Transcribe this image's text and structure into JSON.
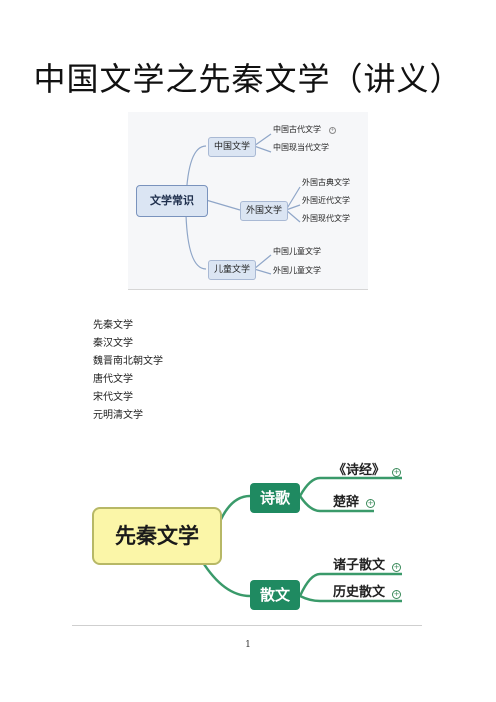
{
  "title": "中国文学之先秦文学（讲义）",
  "mindmap1": {
    "root": "文学常识",
    "branches": [
      {
        "label": "中国文学",
        "children": [
          "中国古代文学",
          "中国现当代文学"
        ]
      },
      {
        "label": "外国文学",
        "children": [
          "外国古典文学",
          "外国近代文学",
          "外国现代文学"
        ]
      },
      {
        "label": "儿童文学",
        "children": [
          "中国儿童文学",
          "外国儿童文学"
        ]
      }
    ],
    "collapse_symbol": "+"
  },
  "toc": [
    "先秦文学",
    "秦汉文学",
    "魏晋南北朝文学",
    "唐代文学",
    "宋代文学",
    "元明清文学"
  ],
  "mindmap2": {
    "root": "先秦文学",
    "branches": [
      {
        "label": "诗歌",
        "children": [
          "《诗经》",
          "楚辞"
        ]
      },
      {
        "label": "散文",
        "children": [
          "诸子散文",
          "历史散文"
        ]
      }
    ],
    "collapse_symbol": "+",
    "colors": {
      "branch": "#1f8a61",
      "root_fill": "#fbf6a8",
      "line": "#3a9a6a"
    }
  },
  "page_number": "1"
}
